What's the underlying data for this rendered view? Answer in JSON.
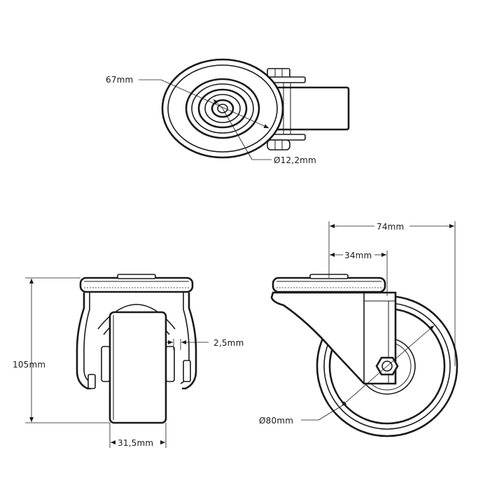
{
  "dimensions": {
    "top_view_outer": "67mm",
    "top_view_bolt": "Ø12,2mm",
    "width_total": "74mm",
    "offset": "34mm",
    "height_total": "105mm",
    "gap": "2,5mm",
    "wheel_width": "31,5mm",
    "wheel_diameter": "Ø80mm"
  }
}
